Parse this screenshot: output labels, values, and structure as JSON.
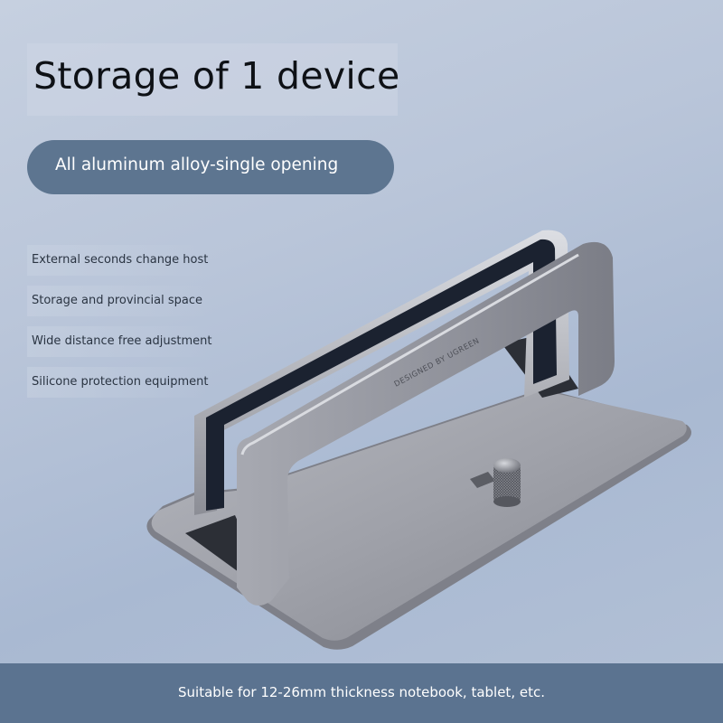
{
  "heading": {
    "title": "Storage of 1 device"
  },
  "badge": {
    "label": "All aluminum alloy-single opening"
  },
  "features": [
    "External seconds change host",
    "Storage and provincial space",
    "Wide distance free adjustment",
    "Silicone protection equipment"
  ],
  "product": {
    "engraving": "DESIGNED BY UGREEN"
  },
  "footer": {
    "text": "Suitable for 12-26mm thickness notebook, tablet, etc."
  },
  "colors": {
    "accent": "#5d7590",
    "footer_bg": "#5b7390",
    "aluminum": "#9a9ca5",
    "slot_dark": "#1b2230"
  }
}
